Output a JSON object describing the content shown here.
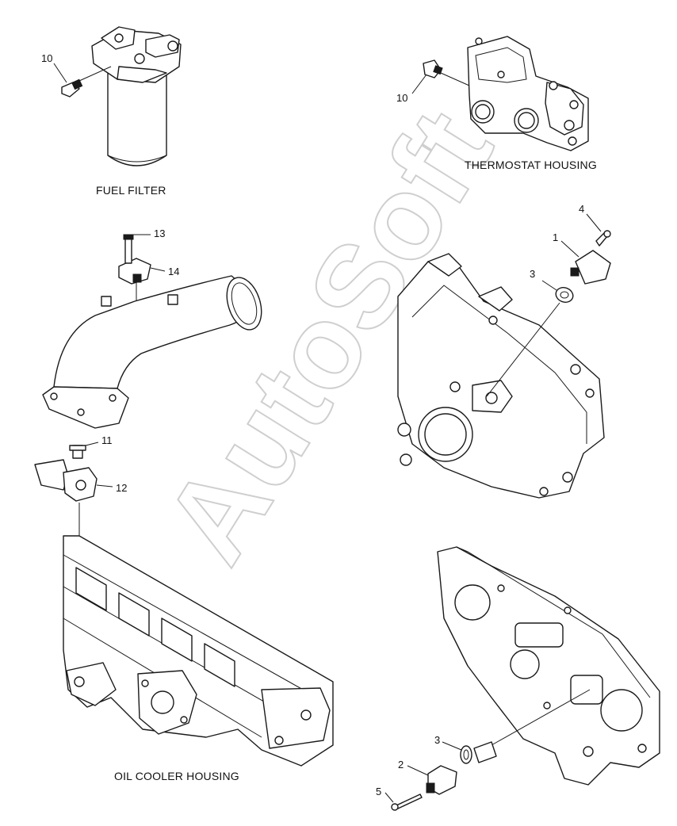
{
  "captions": {
    "fuel_filter": "FUEL FILTER",
    "thermostat_housing": "THERMOSTAT HOUSING",
    "oil_cooler_housing": "OIL COOLER HOUSING"
  },
  "callouts": {
    "fuel_filter_sensor": "10",
    "thermostat_sensor": "10",
    "screw_13": "13",
    "sensor_14": "14",
    "screw_11": "11",
    "sensor_12": "12",
    "front_bolt_4": "4",
    "front_sensor_1": "1",
    "front_oring_3": "3",
    "rear_oring_3": "3",
    "rear_sensor_2": "2",
    "rear_bolt_5": "5"
  },
  "watermark": "AutoSoft"
}
